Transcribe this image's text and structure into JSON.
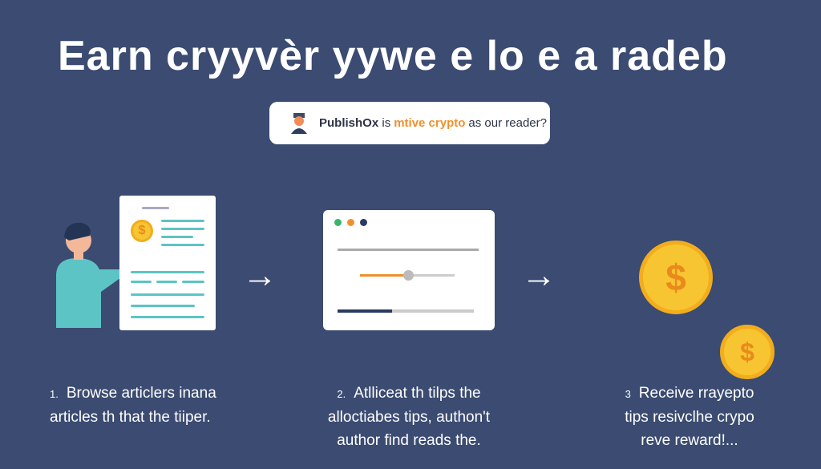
{
  "title": "Earn cryyvèr yywe  e lo e a radeb",
  "banner": {
    "brand": "PublishOx",
    "is": "is",
    "highlight": "mtive crypto",
    "rest": "as our reader?"
  },
  "icons": {
    "currency": "$"
  },
  "arrow": "→",
  "steps": [
    {
      "num": "1.",
      "lines": [
        "Browse articlers inana",
        "articles th that the tiiper."
      ]
    },
    {
      "num": "2.",
      "lines": [
        "Atlliceat th tilps the",
        "alloctiabes tips, authon't",
        "author find reads the."
      ]
    },
    {
      "num": "3",
      "lines": [
        "Receive rrayepto",
        "tips resivclhe crypo",
        "reve reward!..."
      ]
    }
  ],
  "colors": {
    "background": "#3b4b71",
    "accent": "#f0902c",
    "teal": "#5cc4c4",
    "coin": "#f7c531"
  }
}
